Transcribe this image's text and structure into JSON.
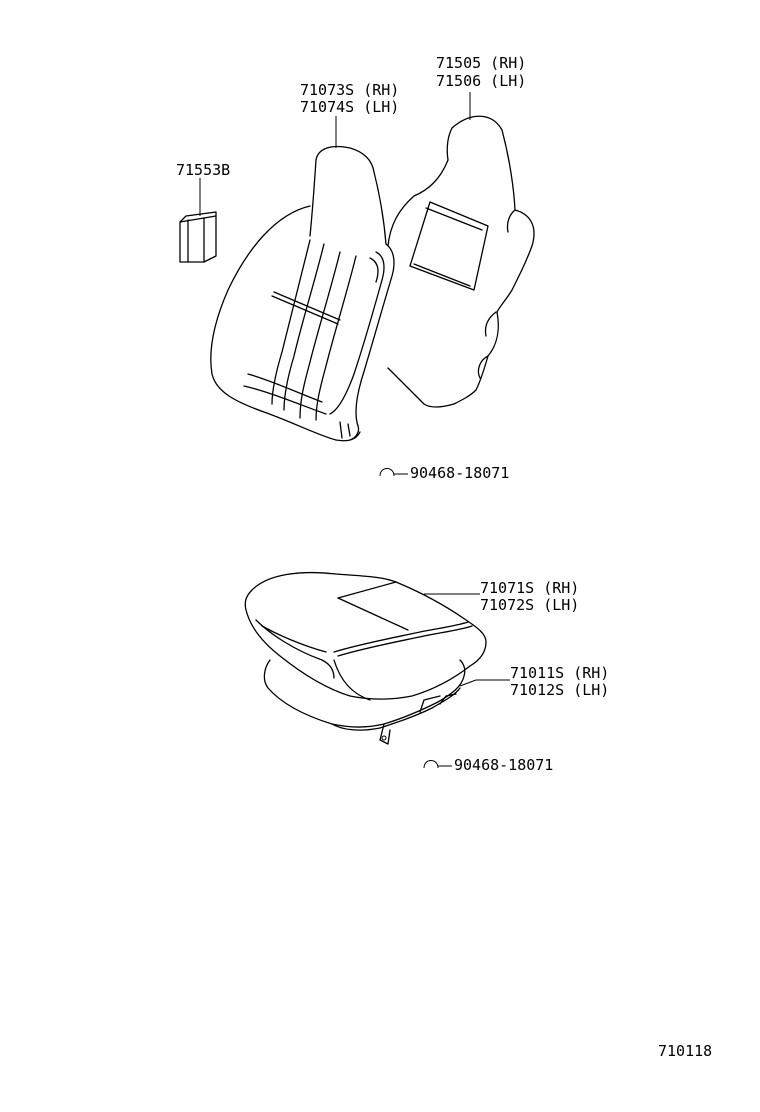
{
  "labels": {
    "headrest_part": "71505 (RH)",
    "headrest_part_lh": "71506 (LH)",
    "back_cover_rh": "71073S (RH)",
    "back_cover_lh": "71074S (LH)",
    "pad_part": "71553B",
    "clip_back": "90468-18071",
    "cushion_cover_rh": "71071S (RH)",
    "cushion_cover_lh": "71072S (LH)",
    "cushion_pad_rh": "71011S (RH)",
    "cushion_pad_lh": "71012S (LH)",
    "clip_cushion": "90468-18071",
    "figure_id": "710118"
  }
}
